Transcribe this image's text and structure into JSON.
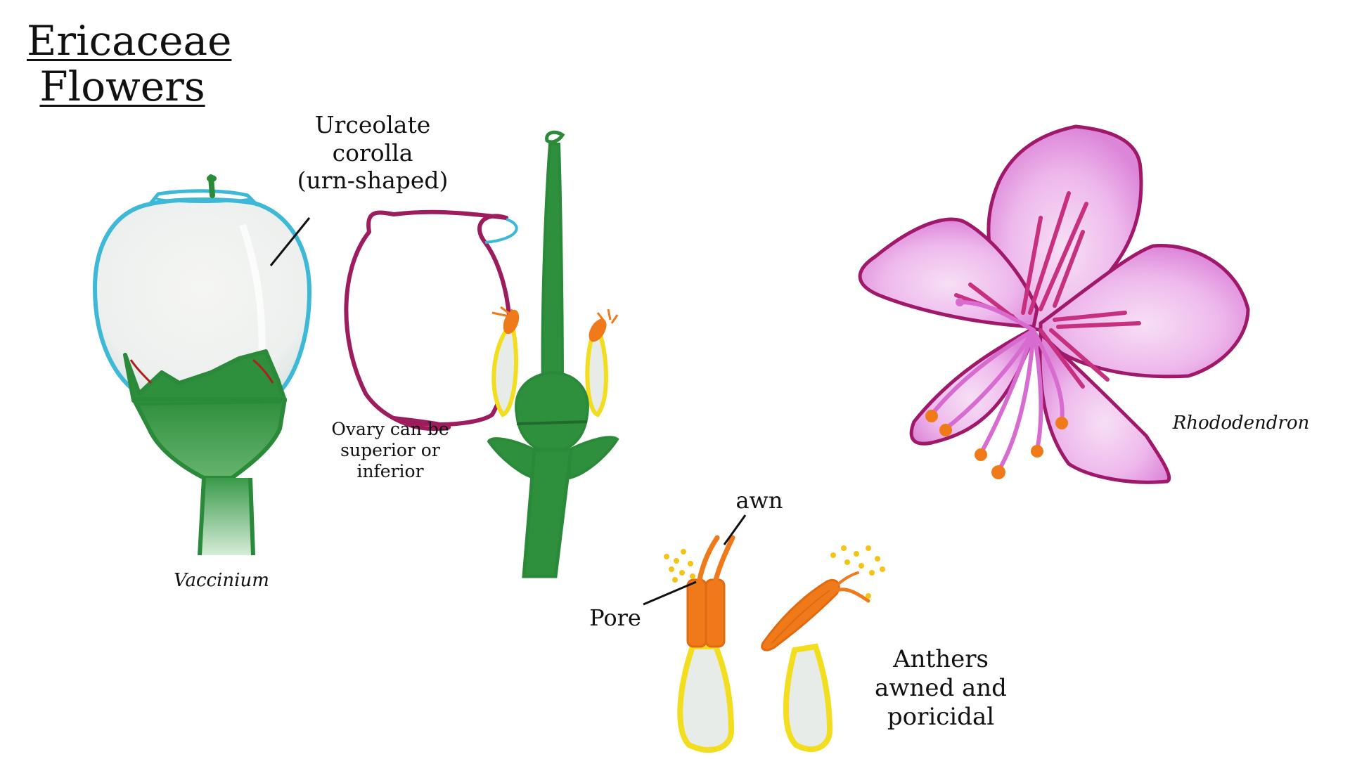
{
  "title": {
    "line1": "Ericaceae",
    "line2": "Flowers"
  },
  "labels": {
    "corolla": [
      "Urceolate",
      "corolla",
      "(urn-shaped)"
    ],
    "ovary": [
      "Ovary can be",
      "superior or",
      "inferior"
    ],
    "vaccinium": "Vaccinium",
    "rhododendron": "Rhododendron",
    "awn": "awn",
    "pore": "Pore",
    "anthers": [
      "Anthers",
      "awned and",
      "poricidal"
    ]
  },
  "colors": {
    "corolla_outline": "#3db8d6",
    "vaccinium_green": "#2a8a3a",
    "section_outline": "#9c1c5e",
    "filament_yellow": "#f2dd1e",
    "anther_orange": "#f07a1a",
    "rhodo_petal": "#e39be0",
    "rhodo_outline": "#a0186a",
    "rhodo_marking": "#c7307f"
  }
}
